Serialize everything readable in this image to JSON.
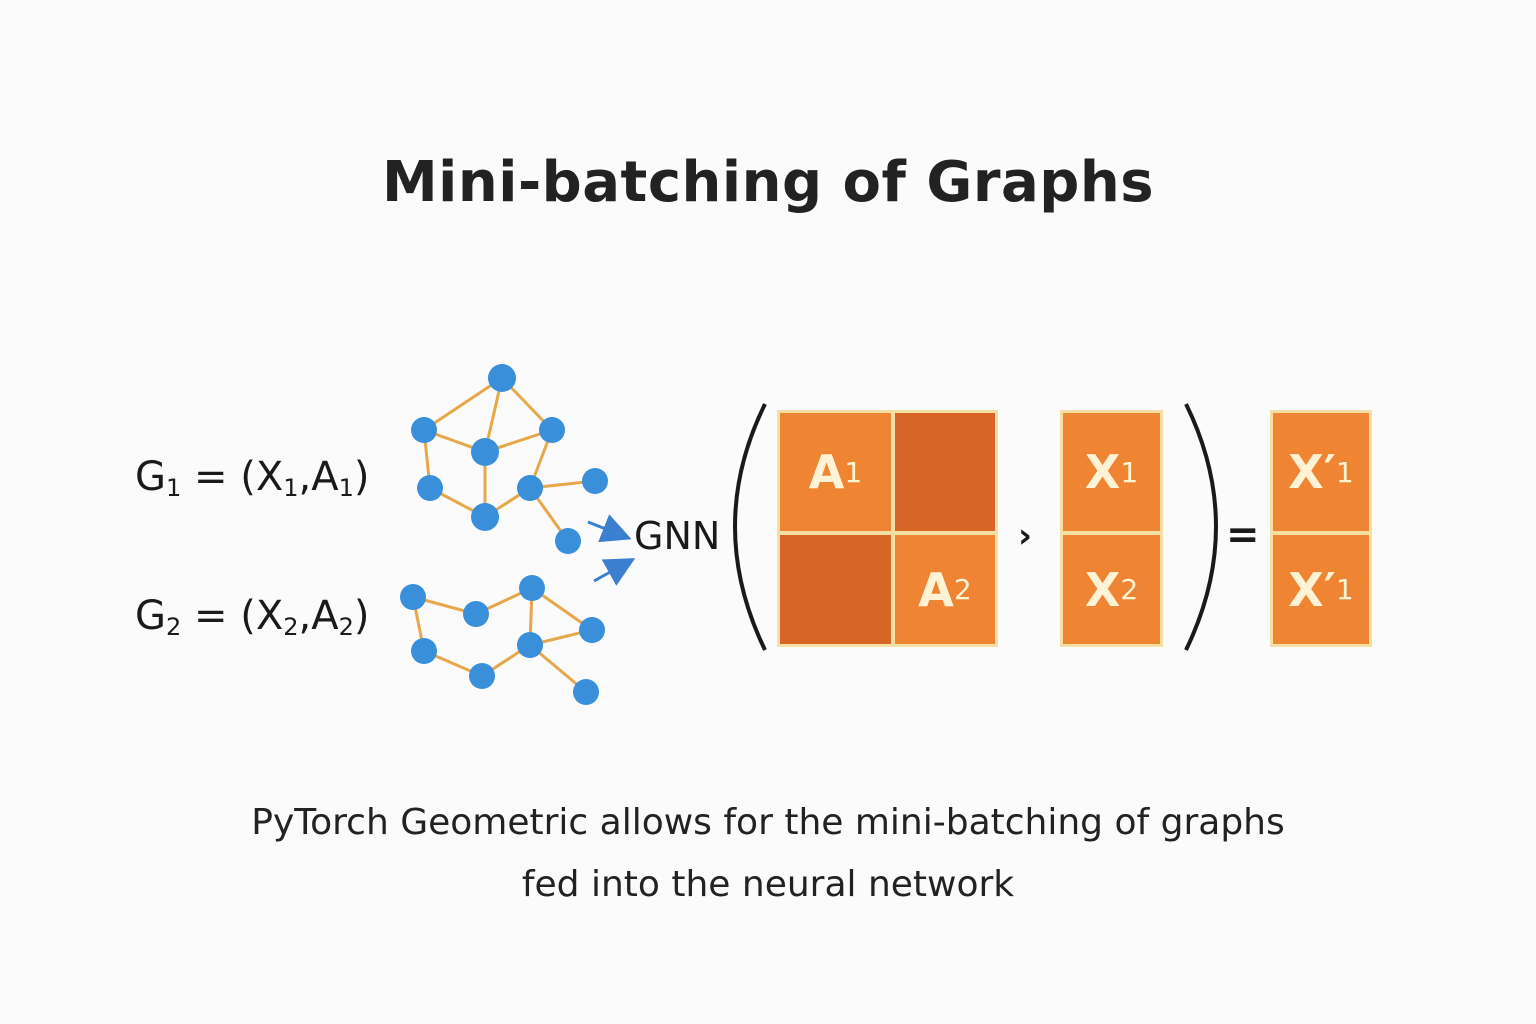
{
  "title": "Mini-batching of Graphs",
  "graphs": [
    {
      "label": "G",
      "sub": "1",
      "eq": "= (X",
      "x_sub": "1",
      "sep": ",A",
      "a_sub": "1",
      "close": ")"
    },
    {
      "label": "G",
      "sub": "2",
      "eq": "= (X",
      "x_sub": "2",
      "sep": ",A",
      "a_sub": "2",
      "close": ")"
    }
  ],
  "gnn_label": "GNN",
  "adjacency": {
    "a1": "A",
    "a1_sub": "1",
    "a2": "A",
    "a2_sub": "2"
  },
  "features": {
    "x1": "X",
    "x1_sub": "1",
    "x2": "X",
    "x2_sub": "2"
  },
  "operator": "›",
  "equals": "=",
  "outputs": {
    "o1": "X′",
    "o1_sub": "1",
    "o2": "X′",
    "o2_sub": "1"
  },
  "caption": {
    "line1": "PyTorch Geometric allows for the mini-batching of graphs",
    "line2": "fed into the neural network"
  },
  "colors": {
    "node": "#3a8fdb",
    "edge": "#e6a84a",
    "block_light": "#ef8433",
    "block_dark": "#d66526",
    "arrow": "#3a7fd0"
  }
}
